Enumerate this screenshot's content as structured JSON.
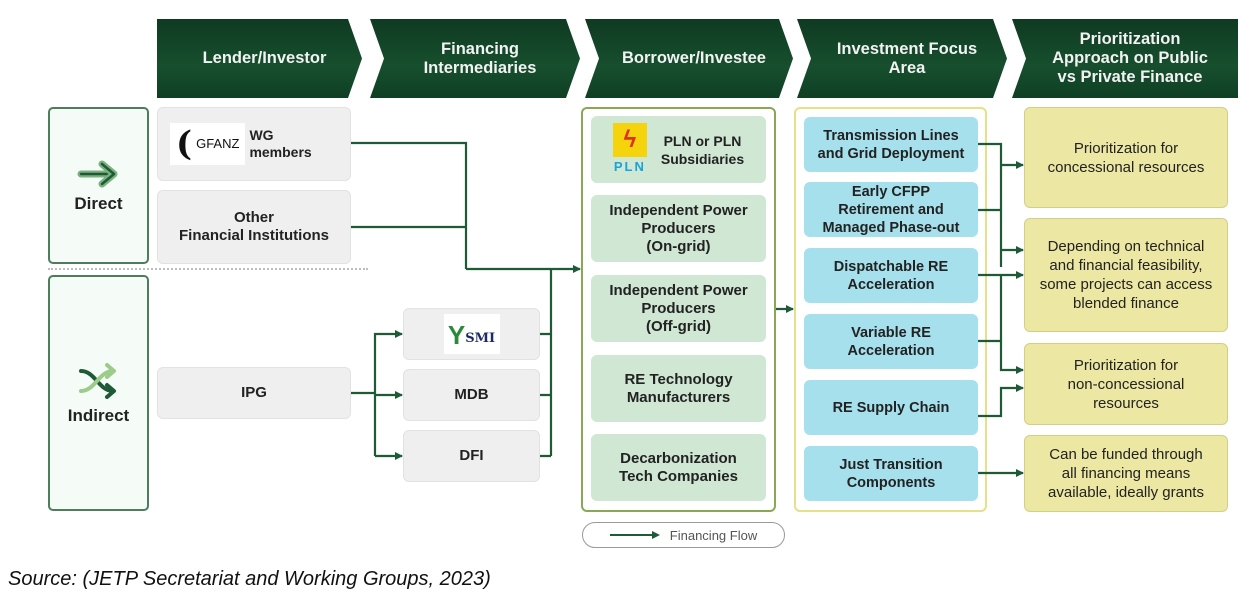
{
  "headers": [
    {
      "label": "Lender/Investor"
    },
    {
      "label": "Financing\nIntermediaries"
    },
    {
      "label": "Borrower/Investee"
    },
    {
      "label": "Investment Focus\nArea"
    },
    {
      "label": "Prioritization\nApproach on Public\nvs Private Finance"
    }
  ],
  "modes": {
    "direct": {
      "label": "Direct",
      "icon": "arrow-right-icon"
    },
    "indirect": {
      "label": "Indirect",
      "icon": "shuffle-arrows-icon"
    }
  },
  "lenders": {
    "gfanz": {
      "logo_text": "GFANZ",
      "label": "WG\nmembers"
    },
    "other": {
      "label": "Other\nFinancial Institutions"
    },
    "ipg": {
      "label": "IPG"
    }
  },
  "intermediaries": [
    {
      "label": "SMI",
      "logo": "smi-logo"
    },
    {
      "label": "MDB"
    },
    {
      "label": "DFI"
    }
  ],
  "borrowers": [
    {
      "label": "PLN or PLN\nSubsidiaries",
      "logo_text": "PLN"
    },
    {
      "label": "Independent Power\nProducers\n(On-grid)"
    },
    {
      "label": "Independent Power\nProducers\n(Off-grid)"
    },
    {
      "label": "RE Technology\nManufacturers"
    },
    {
      "label": "Decarbonization\nTech Companies"
    }
  ],
  "focus_areas": [
    {
      "label": "Transmission Lines\nand Grid Deployment"
    },
    {
      "label": "Early CFPP\nRetirement and\nManaged Phase-out"
    },
    {
      "label": "Dispatchable RE\nAcceleration"
    },
    {
      "label": "Variable RE\nAcceleration"
    },
    {
      "label": "RE Supply Chain"
    },
    {
      "label": "Just Transition\nComponents"
    }
  ],
  "prioritization": [
    {
      "label": "Prioritization for\nconcessional resources"
    },
    {
      "label": "Depending on technical\nand financial feasibility,\nsome projects can access\nblended finance"
    },
    {
      "label": "Prioritization for\nnon-concessional\nresources"
    },
    {
      "label": "Can be funded through\nall financing means\navailable, ideally grants"
    }
  ],
  "legend": {
    "label": "Financing Flow"
  },
  "source": "Source: (JETP Secretariat and Working Groups, 2023)",
  "colors": {
    "header_green": "#174f2e",
    "flow_line": "#1f5a36",
    "borrower_fill": "#cfe7d3",
    "focus_fill": "#a5e0ec",
    "priority_fill": "#ece7a3"
  }
}
